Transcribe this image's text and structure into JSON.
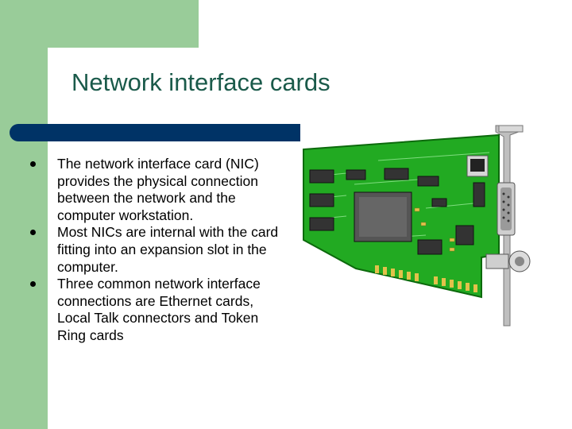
{
  "slide": {
    "title": "Network interface cards",
    "bullets": [
      {
        "text": "The network interface card (NIC) provides the physical connection between the network and the computer workstation."
      },
      {
        "text": "Most NICs are internal with the card fitting into an expansion slot in the computer."
      },
      {
        "text": "Three common network interface connections are Ethernet cards, Local Talk connectors and Token Ring cards"
      }
    ]
  },
  "colors": {
    "accent_green": "#99cc99",
    "title_color": "#1a5a4a",
    "bar_color": "#003366",
    "pcb_green": "#22aa22"
  },
  "image": {
    "icon": "network-interface-card-image"
  }
}
